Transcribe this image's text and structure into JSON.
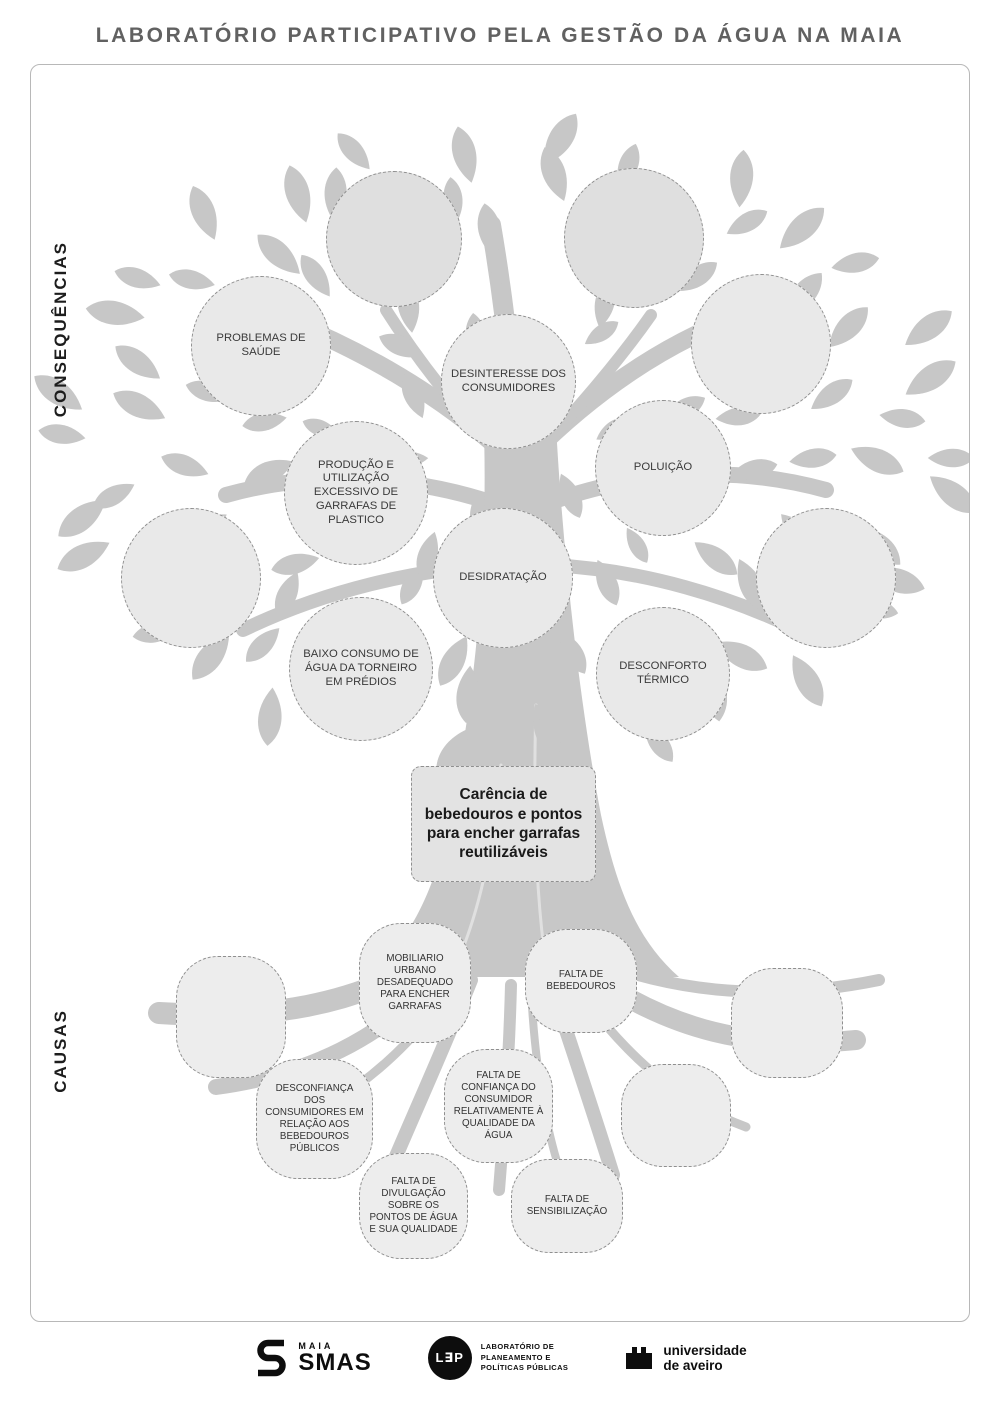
{
  "page": {
    "title": "LABORATÓRIO PARTICIPATIVO PELA GESTÃO DA ÁGUA NA MAIA"
  },
  "axis": {
    "consequences": "CONSEQUÊNCIAS",
    "causes": "CAUSAS"
  },
  "problem": {
    "label": "Carência de bebedouros e pontos para encher garrafas reutilizáveis"
  },
  "consequences": [
    {
      "label": ""
    },
    {
      "label": ""
    },
    {
      "label": "PROBLEMAS DE SAÚDE"
    },
    {
      "label": "DESINTERESSE DOS CONSUMIDORES"
    },
    {
      "label": ""
    },
    {
      "label": "PRODUÇÃO E UTILIZAÇÃO EXCESSIVO DE GARRAFAS DE PLASTICO"
    },
    {
      "label": "POLUIÇÃO"
    },
    {
      "label": ""
    },
    {
      "label": "DESIDRATAÇÃO"
    },
    {
      "label": ""
    },
    {
      "label": "BAIXO CONSUMO DE ÁGUA DA TORNEIRO EM PRÉDIOS"
    },
    {
      "label": "DESCONFORTO TÉRMICO"
    }
  ],
  "causes": [
    {
      "label": "MOBILIARIO URBANO DESADEQUADO PARA ENCHER GARRAFAS"
    },
    {
      "label": "FALTA DE BEBEDOUROS"
    },
    {
      "label": ""
    },
    {
      "label": ""
    },
    {
      "label": "DESCONFIANÇA DOS CONSUMIDORES EM RELAÇÃO AOS BEBEDOUROS PÚBLICOS"
    },
    {
      "label": "FALTA DE CONFIANÇA DO CONSUMIDOR RELATIVAMENTE À QUALIDADE DA ÁGUA"
    },
    {
      "label": ""
    },
    {
      "label": "FALTA DE DIVULGAÇÃO SOBRE OS PONTOS DE ÁGUA E SUA QUALIDADE"
    },
    {
      "label": "FALTA DE SENSIBILIZAÇÃO"
    }
  ],
  "footer": {
    "smas": {
      "brand": "MAIA",
      "name": "SMAS"
    },
    "l3p": {
      "monogram": "L∃P",
      "line1": "LABORATÓRIO DE",
      "line2": "PLANEAMENTO E",
      "line3": "POLÍTICAS PÚBLICAS"
    },
    "ua": {
      "line1": "universidade",
      "line2": "de aveiro"
    }
  },
  "colors": {
    "tree": "#c7c7c7",
    "node_fill": "#e9e9e9",
    "node_border": "#8f8f8f",
    "title": "#616161"
  }
}
